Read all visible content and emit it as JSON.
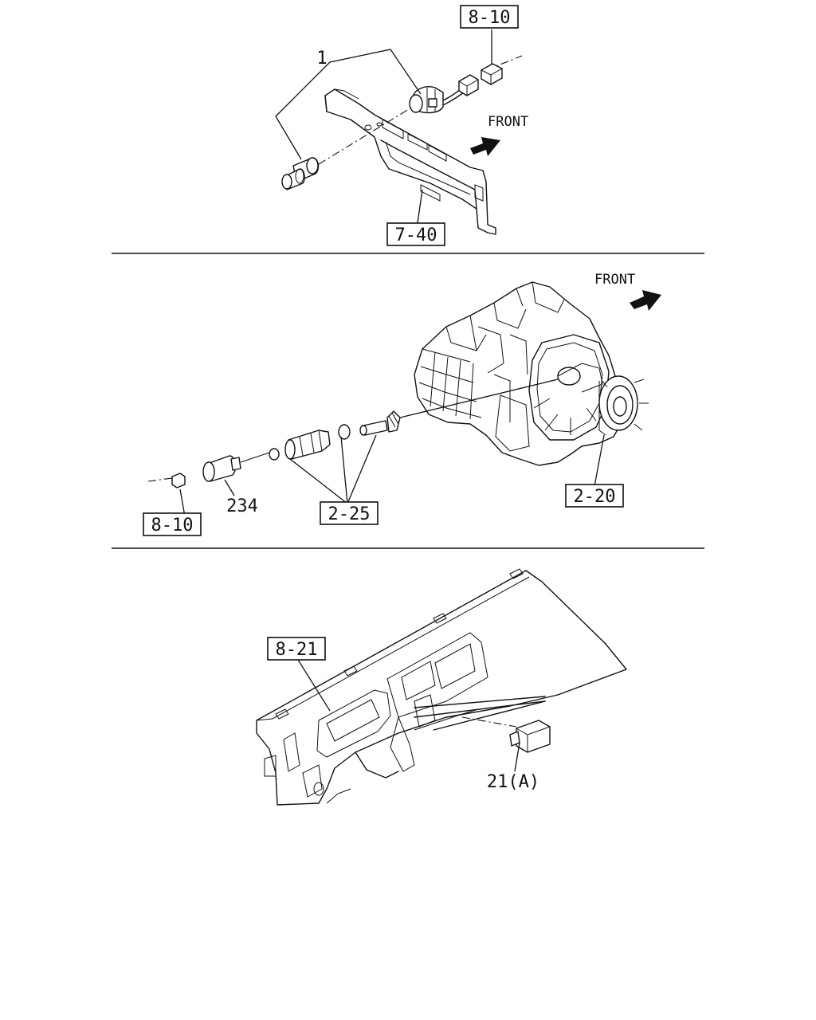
{
  "panel1": {
    "ref_8_10": "8-10",
    "ref_7_40": "7-40",
    "part_1": "1",
    "front": "FRONT"
  },
  "panel2": {
    "front": "FRONT",
    "ref_2_20": "2-20",
    "ref_2_25": "2-25",
    "ref_8_10": "8-10",
    "part_234": "234"
  },
  "panel3": {
    "ref_8_21": "8-21",
    "part_21a": "21(A)"
  }
}
